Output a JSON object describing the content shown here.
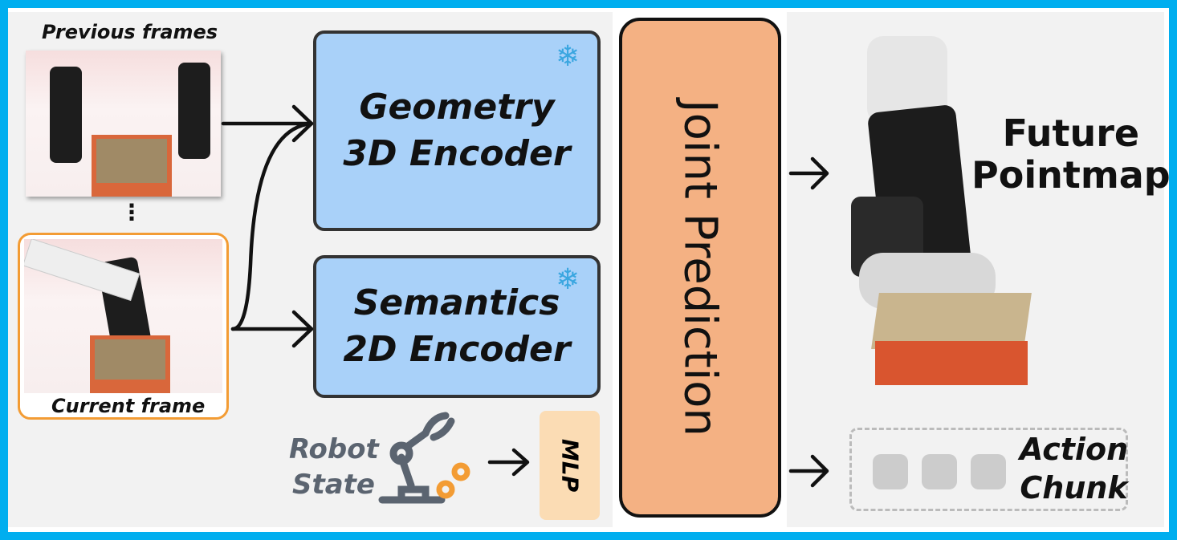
{
  "inputs": {
    "previous_label": "Previous frames",
    "current_label": "Current frame",
    "ellipsis": "⋮"
  },
  "encoders": {
    "geometry": {
      "line1": "Geometry",
      "line2": "3D Encoder",
      "frozen_icon": "snowflake-icon"
    },
    "semantics": {
      "line1": "Semantics",
      "line2": "2D Encoder",
      "frozen_icon": "snowflake-icon"
    }
  },
  "robot_state": {
    "line1": "Robot",
    "line2": "State",
    "icon": "robot-arm-icon"
  },
  "mlp": {
    "label": "MLP"
  },
  "joint": {
    "label": "Joint Prediction"
  },
  "outputs": {
    "pointmap_line1": "Future",
    "pointmap_line2": "Pointmap",
    "action_line1": "Action",
    "action_line2": "Chunk"
  },
  "colors": {
    "border": "#00aeef",
    "encoder": "#a9d1f9",
    "joint": "#f4b183",
    "mlp": "#fbdcb4",
    "current_frame": "#f39c34"
  }
}
